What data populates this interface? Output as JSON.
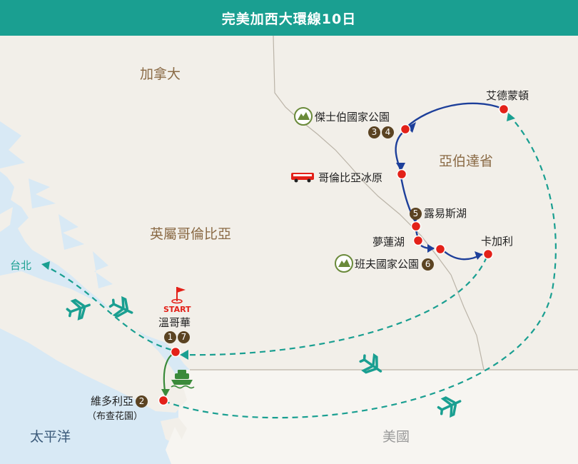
{
  "header": {
    "title": "完美加西大環線10日"
  },
  "regions": {
    "canada": "加拿大",
    "bc": "英屬哥倫比亞",
    "alberta": "亞伯達省",
    "usa": "美國",
    "pacific": "太平洋"
  },
  "places": {
    "edmonton": "艾德蒙頓",
    "jasper": "傑士伯國家公園",
    "columbia": "哥倫比亞冰原",
    "louise": "露易斯湖",
    "moraine": "夢蓮湖",
    "banff": "班夫國家公園",
    "calgary": "卡加利",
    "vancouver": "溫哥華",
    "victoria": "維多利亞",
    "butchart": "（布查花園）",
    "taipei": "台北",
    "start": "START"
  },
  "days": {
    "jasper": [
      "3",
      "4"
    ],
    "louise": "5",
    "banff": "6",
    "vancouver": [
      "1",
      "7"
    ],
    "victoria": "2"
  },
  "colors": {
    "header": "#1a9f91",
    "route": "#1d3f9a",
    "flight": "#1a9f91",
    "ferry_route": "#3a8a3a",
    "stop": "#e32119",
    "day_badge": "#5b4322",
    "land": "#f2efe9",
    "water": "#d8e9f5"
  },
  "icons": [
    "mountain-park-icon",
    "bus-icon",
    "plane-icon",
    "ferry-icon",
    "start-flag-icon"
  ]
}
